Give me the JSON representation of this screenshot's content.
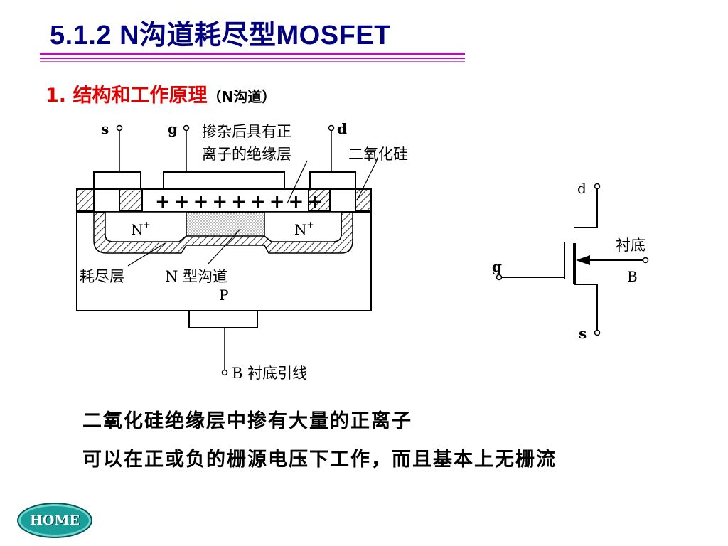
{
  "title": "5.1.2  N沟道耗尽型MOSFET",
  "subtitle": {
    "main": "1. 结构和工作原理",
    "note": "（N沟道）"
  },
  "structure": {
    "s": "s",
    "g": "g",
    "d": "d",
    "dopant_label_1": "掺杂后具有正",
    "dopant_label_2": "离子的绝缘层",
    "oxide_label": "二氧化硅",
    "n_plus_left": "N",
    "n_plus_right": "N",
    "plus": "+",
    "depletion_label": "耗尽层",
    "channel_label": "N 型沟道",
    "substrate_p": "P",
    "substrate_lead": "B 衬底引线"
  },
  "symbol": {
    "d": "d",
    "g": "g",
    "s": "s",
    "substrate": "衬底",
    "b": "B"
  },
  "body": {
    "line1": "二氧化硅绝缘层中掺有大量的正离子",
    "line2": "可以在正或负的栅源电压下工作，而且基本上无栅流"
  },
  "home": {
    "label": "HOME"
  }
}
